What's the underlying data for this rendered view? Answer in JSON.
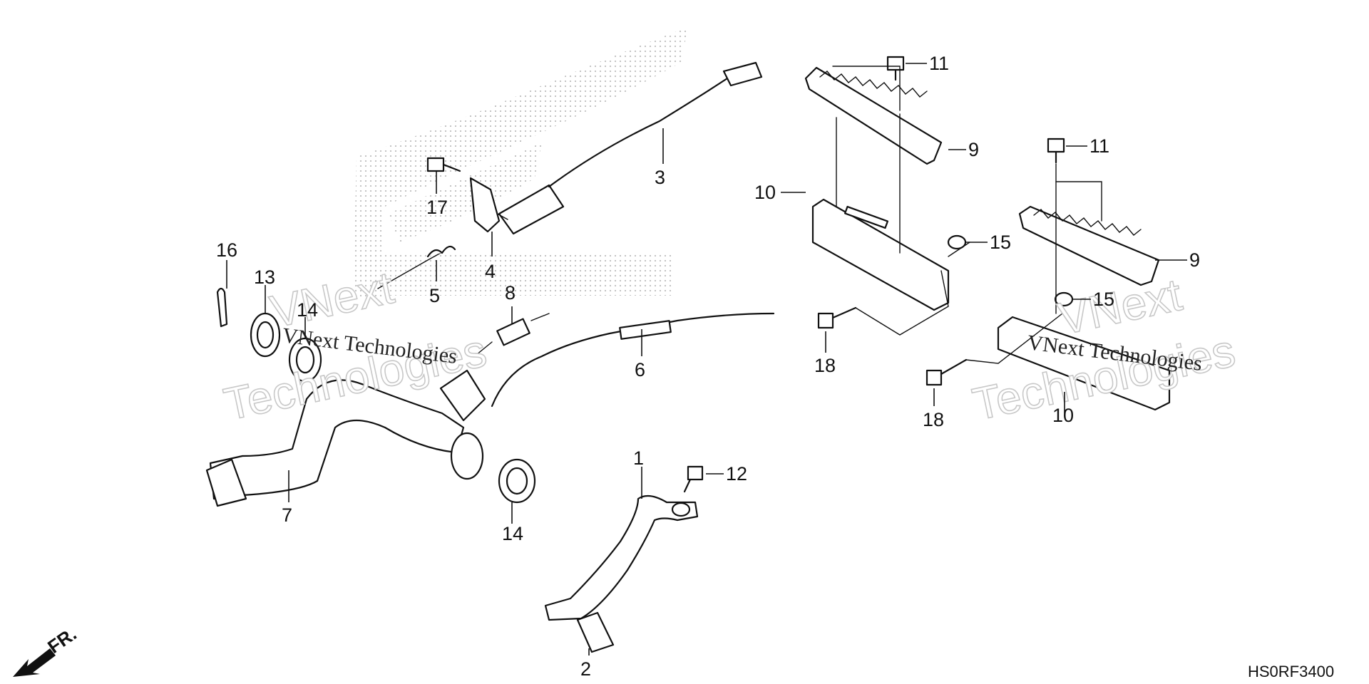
{
  "callouts": {
    "c1": "1",
    "c2": "2",
    "c3": "3",
    "c4": "4",
    "c5": "5",
    "c6": "6",
    "c7": "7",
    "c8": "8",
    "c9a": "9",
    "c9b": "9",
    "c10a": "10",
    "c10b": "10",
    "c11a": "11",
    "c11b": "11",
    "c12": "12",
    "c13": "13",
    "c14a": "14",
    "c14b": "14",
    "c15a": "15",
    "c15b": "15",
    "c16": "16",
    "c17": "17",
    "c18a": "18",
    "c18b": "18"
  },
  "watermark": {
    "line1": "VNext",
    "line2": "Technologies",
    "inline": "VNext Technologies"
  },
  "front_marker": "FR.",
  "diagram_code": "HS0RF3400",
  "colors": {
    "line": "#111111",
    "watermark": "#c8c8c8",
    "dots": "#bdbdbd"
  }
}
